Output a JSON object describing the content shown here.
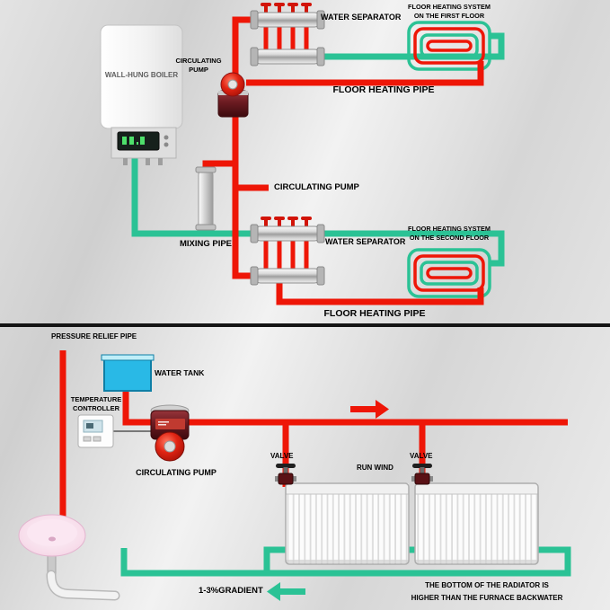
{
  "colors": {
    "hot": "#ee1607",
    "return": "#2bc295",
    "tank_water": "#29b9e6"
  },
  "top": {
    "boiler_label": "WALL-HUNG BOILER",
    "circulating_pump_label": "CIRCULATING\nPUMP",
    "water_separator_first": "WATER SEPARATOR",
    "first_floor_system": "FLOOR HEATING SYSTEM\nON THE FIRST FLOOR",
    "floor_heating_pipe_first": "FLOOR HEATING PIPE",
    "circulating_pump_mid": "CIRCULATING PUMP",
    "mixing_pipe": "MIXING PIPE",
    "water_separator_second": "WATER SEPARATOR",
    "second_floor_system": "FLOOR HEATING SYSTEM\nON THE SECOND FLOOR",
    "floor_heating_pipe_second": "FLOOR HEATING PIPE"
  },
  "bottom": {
    "pressure_relief_pipe": "PRESSURE RELIEF PIPE",
    "water_tank": "WATER TANK",
    "temperature_controller": "TEMPERATURE\nCONTROLLER",
    "circulating_pump": "CIRCULATING PUMP",
    "valve_left": "VALVE",
    "valve_right": "VALVE",
    "run_wind": "RUN WIND",
    "gradient_note": "1-3%GRADIENT",
    "radiator_note": "THE BOTTOM OF THE RADIATOR IS\nHIGHER THAN THE FURNACE BACKWATER"
  }
}
